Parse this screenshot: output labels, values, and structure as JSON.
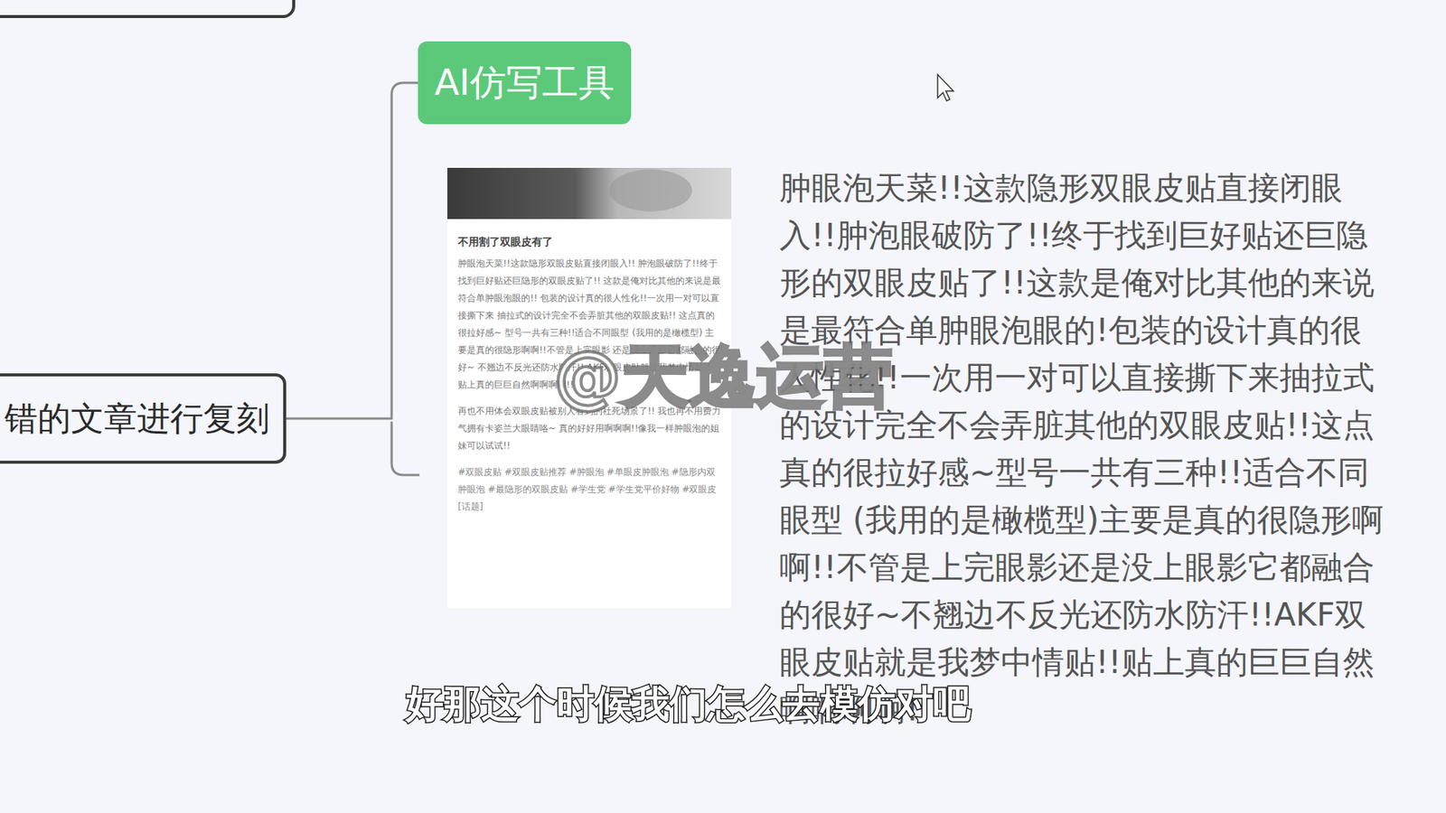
{
  "diagram": {
    "nodes": [
      {
        "text": [
          "错的文章进行复刻"
        ]
      },
      {
        "text": [
          "AI仿写工具"
        ]
      }
    ],
    "edges": [
      {
        "from": 0,
        "to": 1,
        "arrow": "none"
      }
    ],
    "labels": [
      "肿眼泡天菜!!这款隐形双眼皮贴直接闭眼入!!肿泡眼破防了!!终于找到巨好贴还巨隐形的双眼皮贴了!!这款是俺对比其他的来说是最符合单肿眼泡眼的!包装的设计真的很人性化!!一次用一对可以直接撕下来抽拉式的设计完全不会弄脏其他的双眼皮贴!!这点真的很拉好感~型号一共有三种!!适合不同眼型 (我用的是橄榄型)主要是真的很隐形啊啊!!不管是上完眼影还是没上眼影它都融合的很好~不翘边不反光还防水防汗!!AKF双眼皮贴就是我梦中情贴!!贴上真的巨巨自然啊啊啊啊!!",
      "不用割了双眼皮有了",
      "肿眼泡天菜!!这款隐形双眼皮贴直接闭眼入!! 肿泡眼破防了!!终于找到巨好贴还巨隐形的双眼皮贴了!! 这款是俺对比其他的来说是最符合单肿眼泡眼的!! 包装的设计真的很人性化!!一次用一对可以直接撕下来 抽拉式的设计完全不会弄脏其他的双眼皮贴!! 这点真的很拉好感~ 型号一共有三种!!适合不同眼型 (我用的是橄榄型) 主要是真的很隐形啊啊!!不管是上完眼影 还是没上眼影它都融合的很好~ 不翘边不反光还防水防汗!! AKF双眼皮贴就是我梦中情贴!! 贴上真的巨巨自然啊啊啊啊!!",
      "再也不用体会双眼皮贴被别人看到的社死场景了!! 我也再不用费力气拥有卡姿兰大眼睛咯~ 真的好好用啊啊啊!!像我一样肿眼泡的姐妹可以试试!!",
      "#双眼皮贴 #双眼皮贴推荐 #肿眼泡 #单眼皮肿眼泡 #隐形内双肿眼泡 #最隐形的双眼皮贴 #学生党 #学生党平价好物 #双眼皮[话题]",
      "@天逸运营",
      "好那这个时候我们怎么去模仿对吧"
    ]
  }
}
